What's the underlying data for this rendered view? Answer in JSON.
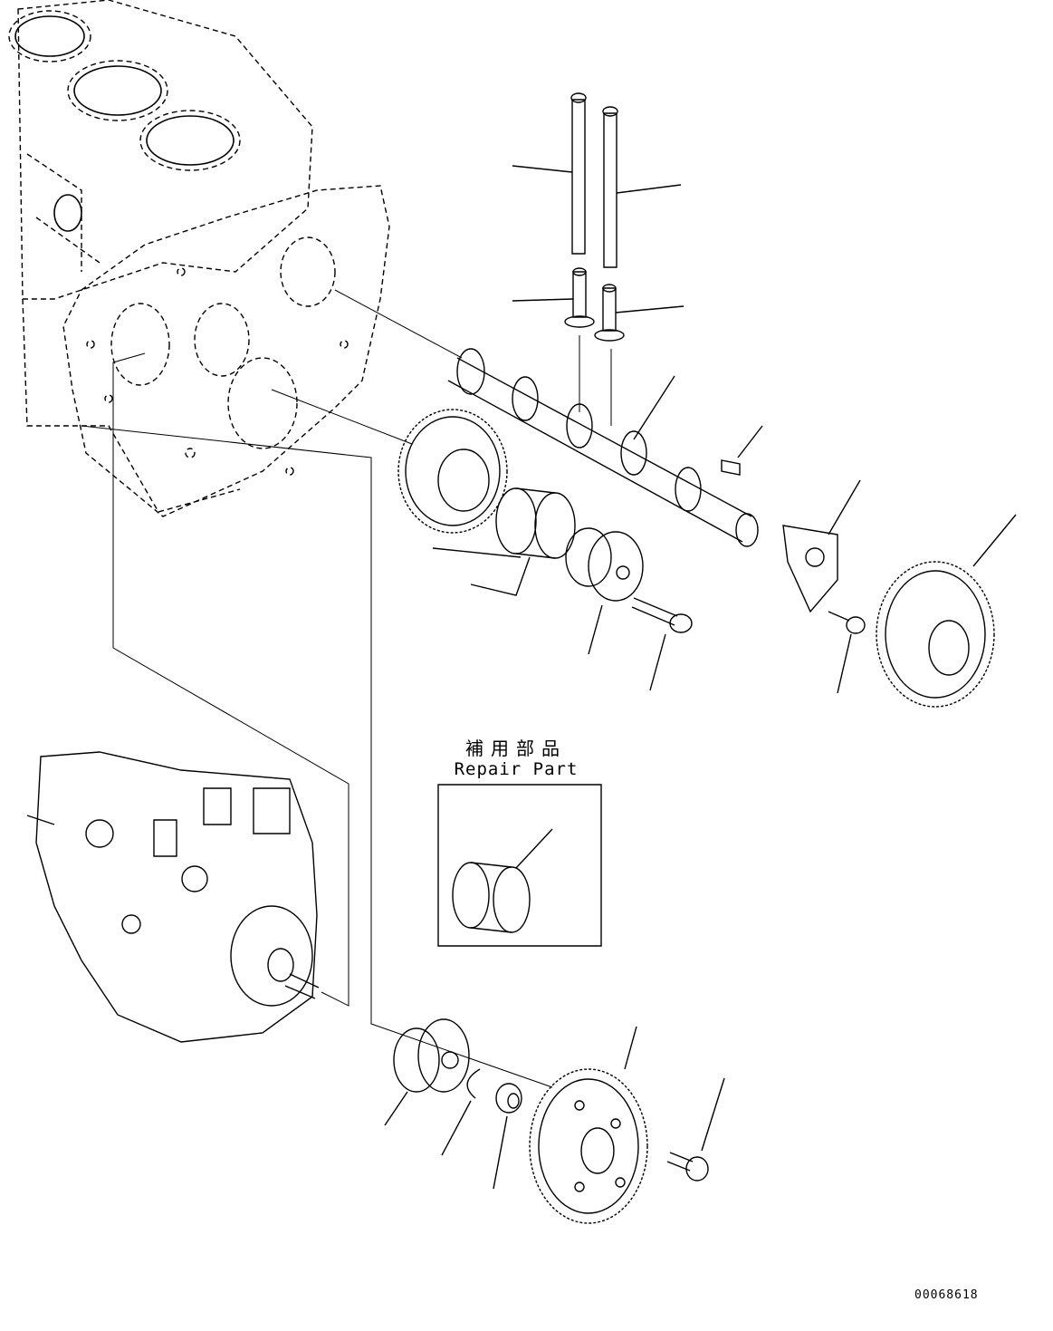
{
  "repair_part": {
    "label_jp": "補用部品",
    "label_en": "Repair Part"
  },
  "document_id": "00068618"
}
